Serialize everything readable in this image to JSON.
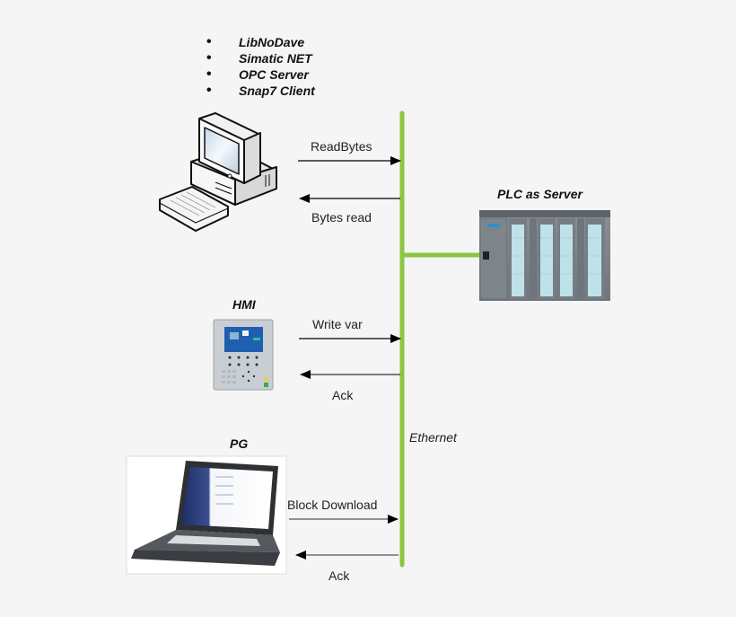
{
  "client_methods": [
    "LibNoDave",
    "Simatic NET",
    "OPC Server",
    "Snap7 Client"
  ],
  "colors": {
    "bus": "#8cc63f",
    "arrow": "#000000",
    "background": "#f5f5f5"
  },
  "nodes": {
    "pc": {
      "icon": "desktop-computer-icon"
    },
    "plc": {
      "title": "PLC as Server",
      "icon": "plc-rack-icon"
    },
    "hmi": {
      "title": "HMI",
      "icon": "hmi-panel-icon"
    },
    "pg": {
      "title": "PG",
      "icon": "laptop-icon"
    }
  },
  "network": {
    "label": "Ethernet"
  },
  "messages": {
    "pc_request": "ReadBytes",
    "pc_response": "Bytes read",
    "hmi_request": "Write var",
    "hmi_response": "Ack",
    "pg_request": "Block Download",
    "pg_response": "Ack"
  }
}
